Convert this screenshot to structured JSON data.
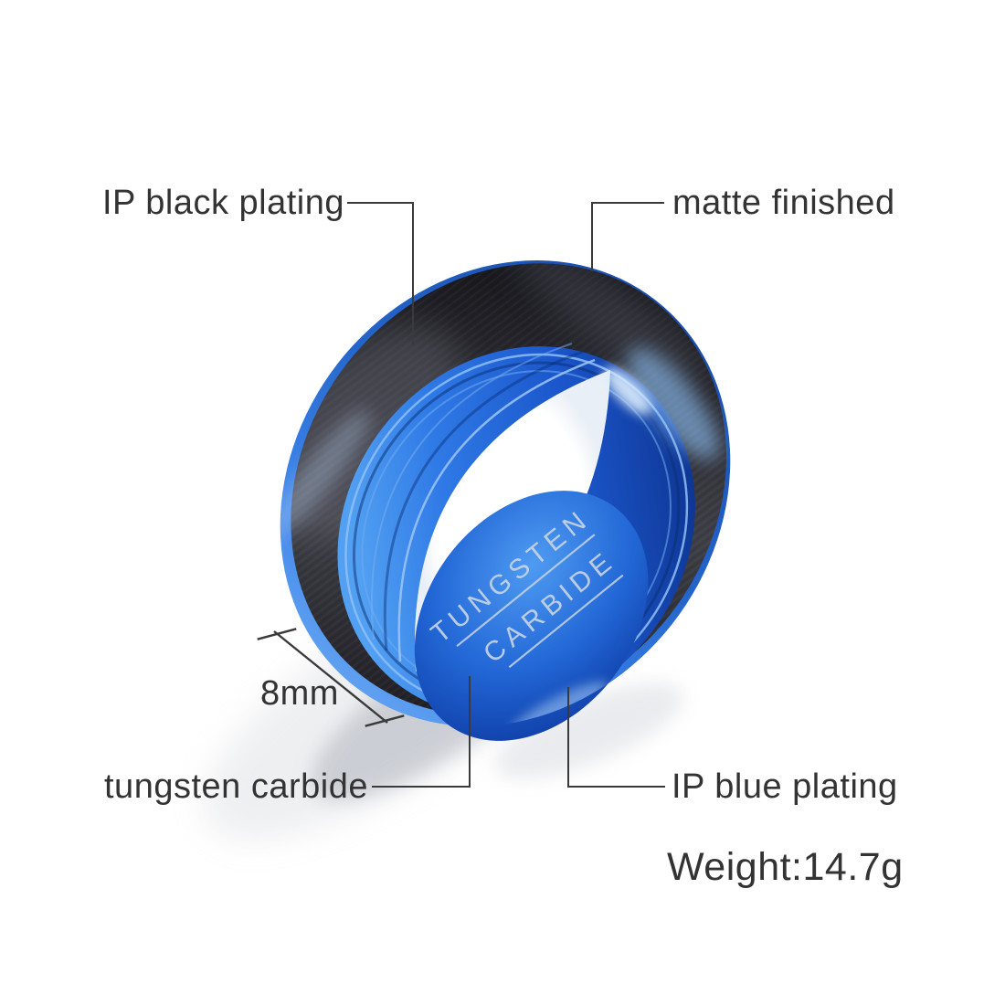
{
  "product": {
    "labels": {
      "ip_black_plating": "IP black plating",
      "matte_finished": "matte finished",
      "dimension": "8mm",
      "tungsten_carbide": "tungsten carbide",
      "ip_blue_plating": "IP blue plating",
      "weight": "Weight:14.7g"
    },
    "engraving": {
      "line1": "TUNGSTEN",
      "line2": "CARBIDE"
    },
    "colors": {
      "background": "#ffffff",
      "label_text": "#333333",
      "callout_line": "#3a3a3a",
      "band_black": "#1b1b20",
      "edge_blue_bright": "#3b82e8",
      "edge_blue_deep": "#1a4fae",
      "inner_blue": "#1b57cc",
      "inner_blue_deep": "#0b2d85",
      "inner_blue_light": "#52a0f2",
      "engraving_text": "#c6d4e4"
    }
  }
}
